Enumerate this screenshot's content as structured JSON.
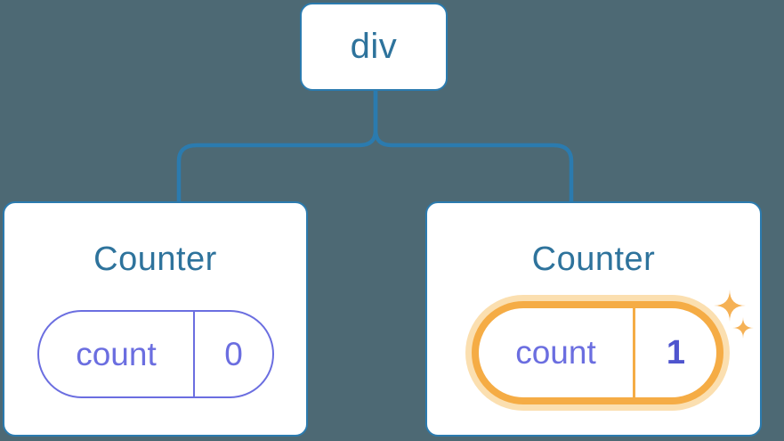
{
  "diagram": {
    "description": "component-tree-state-diagram",
    "root": {
      "label": "div"
    },
    "children": [
      {
        "title": "Counter",
        "state": {
          "key": "count",
          "value": "0"
        },
        "highlighted": false
      },
      {
        "title": "Counter",
        "state": {
          "key": "count",
          "value": "1"
        },
        "highlighted": true
      }
    ],
    "colors": {
      "background": "#4D6974",
      "card_fill": "#FFFFFF",
      "tree_blue": "#2B7BAF",
      "heading_blue": "#2E739C",
      "state_purple": "#6B6EE0",
      "state_value_bold": "#4F55CE",
      "highlight_orange": "#F5AC45",
      "highlight_glow": "#FBDFB0",
      "sparkle_orange": "#F5B155"
    }
  }
}
